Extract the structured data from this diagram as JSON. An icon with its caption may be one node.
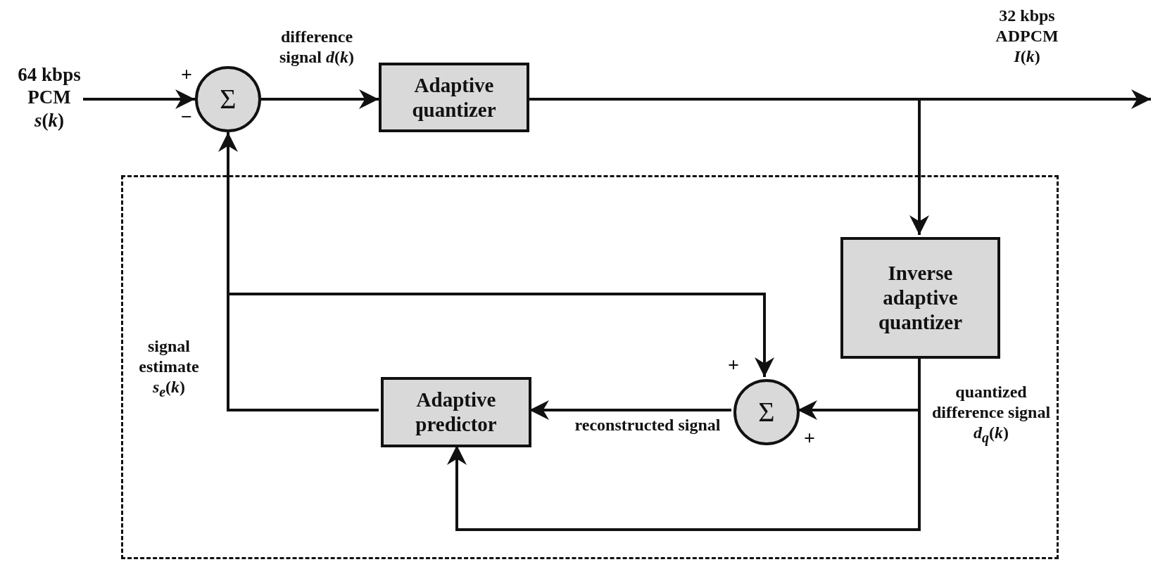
{
  "diagram": {
    "nodes": [
      {
        "text": [
          "64 kbps PCM *s*(*k*)"
        ]
      },
      {
        "text": [
          "Σ"
        ],
        "beside": [
          "+",
          "−"
        ]
      },
      {
        "text": [
          "Adaptive quantizer"
        ]
      },
      {
        "text": [],
        "shape": "box"
      },
      {
        "text": [
          "Inverse adaptive quantizer"
        ],
        "in": 3
      },
      {
        "text": [
          "Σ"
        ],
        "in": 3,
        "beside": [
          "+",
          "+"
        ]
      },
      {
        "text": [
          "Adaptive predictor"
        ],
        "in": 3
      }
    ],
    "edges": [
      {
        "from": 0,
        "to": 1,
        "arrow": "to"
      },
      {
        "from": 1,
        "to": 2,
        "arrow": "to",
        "label": "difference signal *d*(*k*)"
      },
      {
        "from": 2,
        "to": null,
        "arrow": "to",
        "label": "32 kbps ADPCM *I*(*k*)"
      },
      {
        "from": 2,
        "to": 4,
        "arrow": "to"
      },
      {
        "from": 4,
        "to": 5,
        "arrow": "to",
        "label": "quantized difference signal *d*$_{q}$(*k*)"
      },
      {
        "from": 4,
        "to": 6,
        "arrow": "to"
      },
      {
        "from": 5,
        "to": 6,
        "arrow": "to",
        "label": "reconstructed signal"
      },
      {
        "from": 6,
        "to": 1,
        "arrow": "to",
        "label": "signal estimate *s*$_{e}$(*k*)"
      },
      {
        "from": 6,
        "to": 5,
        "arrow": "to"
      }
    ]
  }
}
